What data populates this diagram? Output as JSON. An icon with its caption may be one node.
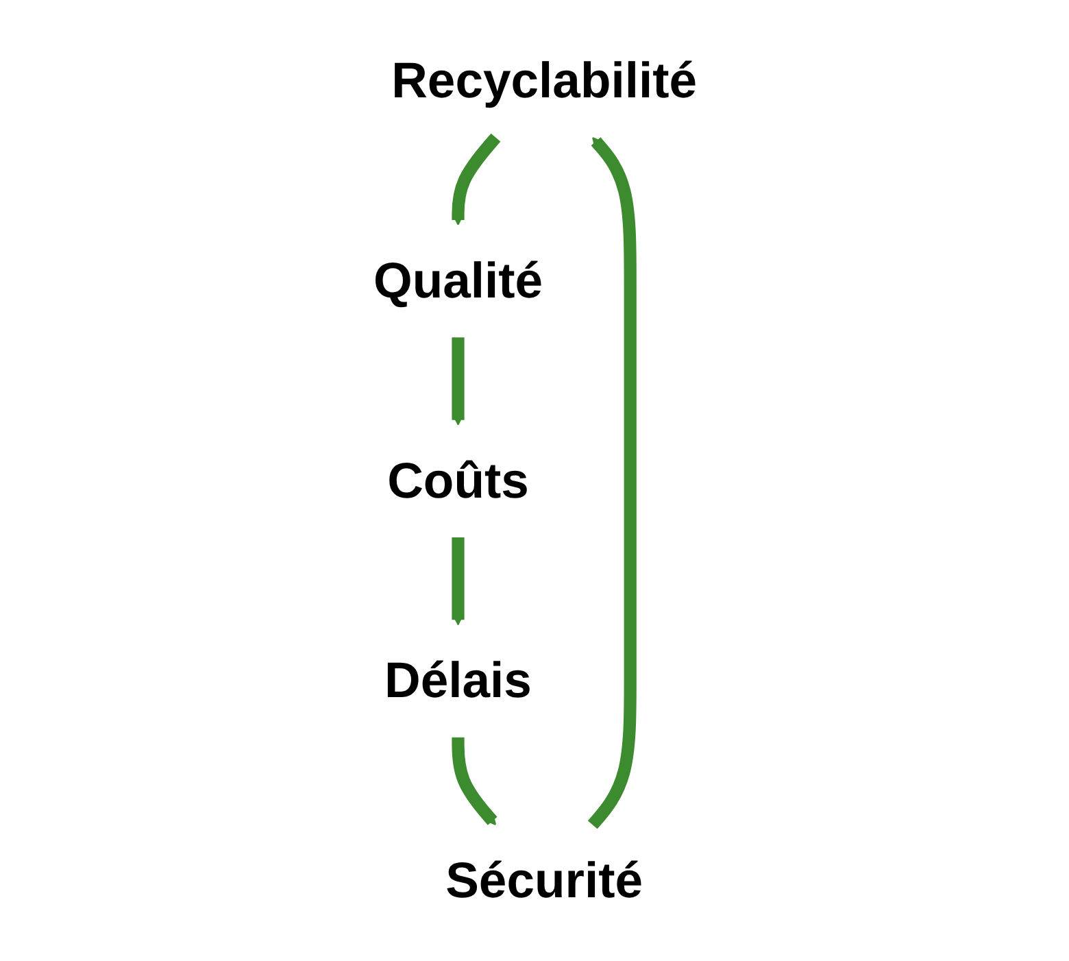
{
  "diagram": {
    "nodes": [
      {
        "text": [
          "Recyclabilité"
        ]
      },
      {
        "text": [
          "Qualité"
        ]
      },
      {
        "text": [
          "Coûts"
        ]
      },
      {
        "text": [
          "Délais"
        ]
      },
      {
        "text": [
          "Sécurité"
        ]
      }
    ],
    "edges": [
      {
        "from": 0,
        "to": 1,
        "arrow": "to"
      },
      {
        "from": 1,
        "to": 2,
        "arrow": "to"
      },
      {
        "from": 2,
        "to": 3,
        "arrow": "to"
      },
      {
        "from": 3,
        "to": 4,
        "arrow": "to"
      },
      {
        "from": 4,
        "to": 0,
        "arrow": "to"
      }
    ]
  }
}
